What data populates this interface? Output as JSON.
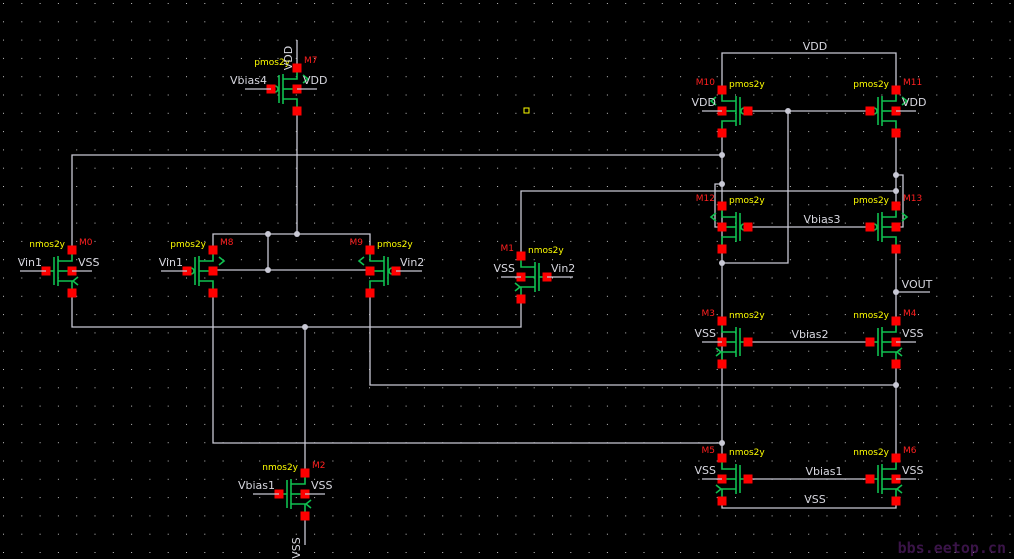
{
  "instances": [
    {
      "name": "M7",
      "model": "pmos2y",
      "gate_net": "Vbias4",
      "bulk_net": "VDD"
    },
    {
      "name": "M0",
      "model": "nmos2y",
      "gate_net": "Vin1",
      "bulk_net": "VSS"
    },
    {
      "name": "M8",
      "model": "pmos2y",
      "gate_net": "Vin1",
      "bulk_net": ""
    },
    {
      "name": "M9",
      "model": "pmos2y",
      "gate_net": "Vin2",
      "bulk_net": ""
    },
    {
      "name": "M1",
      "model": "nmos2y",
      "gate_net": "Vin2",
      "bulk_net": "VSS"
    },
    {
      "name": "M2",
      "model": "nmos2y",
      "gate_net": "Vbias1",
      "bulk_net": "VSS"
    },
    {
      "name": "M10",
      "model": "pmos2y",
      "gate_net": "",
      "bulk_net": "VDD"
    },
    {
      "name": "M11",
      "model": "pmos2y",
      "gate_net": "",
      "bulk_net": "VDD"
    },
    {
      "name": "M12",
      "model": "pmos2y",
      "gate_net": "",
      "bulk_net": ""
    },
    {
      "name": "M13",
      "model": "pmos2y",
      "gate_net": "",
      "bulk_net": ""
    },
    {
      "name": "M3",
      "model": "nmos2y",
      "gate_net": "",
      "bulk_net": "VSS"
    },
    {
      "name": "M4",
      "model": "nmos2y",
      "gate_net": "",
      "bulk_net": "VSS"
    },
    {
      "name": "M5",
      "model": "nmos2y",
      "gate_net": "",
      "bulk_net": "VSS"
    },
    {
      "name": "M6",
      "model": "nmos2y",
      "gate_net": "",
      "bulk_net": "VSS"
    }
  ],
  "wire_labels": {
    "vdd_m7": "VDD",
    "vdd_top": "VDD",
    "vbias3": "Vbias3",
    "vout": "VOUT",
    "vbias2": "Vbias2",
    "vbias1": "Vbias1",
    "vss_bottom": "VSS",
    "vss_m2": "VSS"
  },
  "colors": {
    "background": "#000000",
    "wire": "#c8c8d4",
    "device": "#10c050",
    "pin": "#ff0000",
    "model_label": "#ffff00",
    "instance_label": "#ff2020"
  },
  "watermark": "bbs.eetop.cn"
}
